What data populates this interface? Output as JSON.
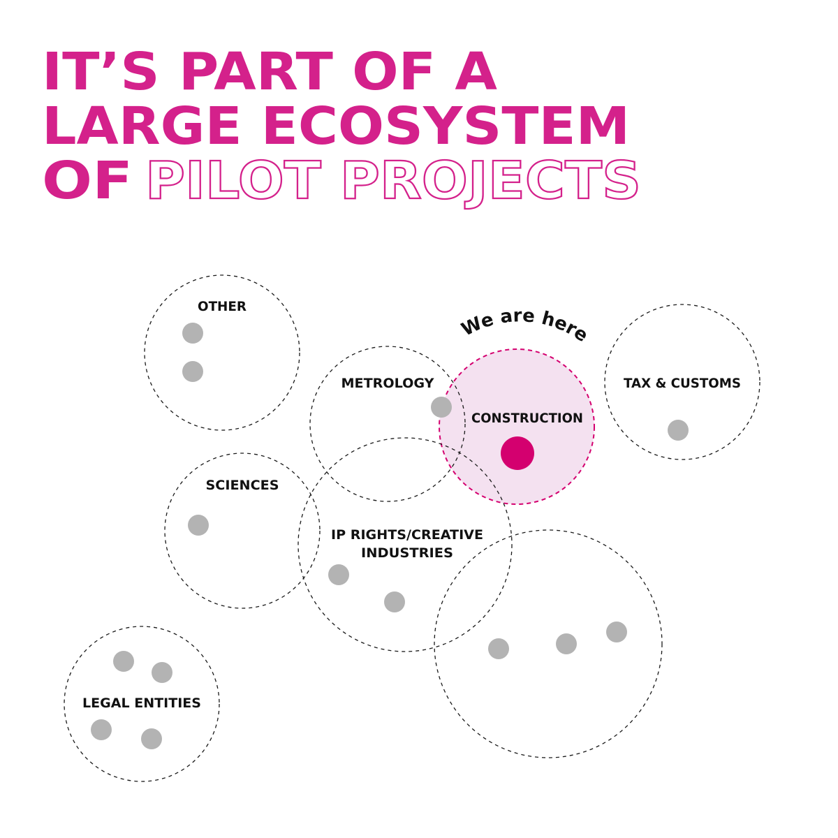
{
  "title": {
    "line1": "IT’S PART OF A",
    "line2": "LARGE ECOSYSTEM",
    "line3_solid": "OF",
    "line3_outline": "PILOT PROJECTS"
  },
  "clusters": {
    "other": "OTHER",
    "metrology": "METROLOGY",
    "construction": "CONSTRUCTION",
    "tax_customs": "TAX & CUSTOMS",
    "sciences": "SCIENCES",
    "ip_line1": "IP RIGHTS/CREATIVE",
    "ip_line2": "INDUSTRIES",
    "legal": "LEGAL ENTITIES"
  },
  "callout": "We are here",
  "colors": {
    "accent": "#d4218b",
    "highlight_fill": "#f4e1f0",
    "highlight_dot": "#d4006f",
    "dot_gray": "#b3b3b3"
  }
}
